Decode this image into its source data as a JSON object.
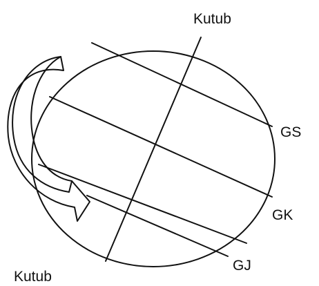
{
  "labels": {
    "top_pole": "Kutub",
    "bottom_pole": "Kutub",
    "line_gs": "GS",
    "line_gk": "GK",
    "line_gj": "GJ"
  }
}
